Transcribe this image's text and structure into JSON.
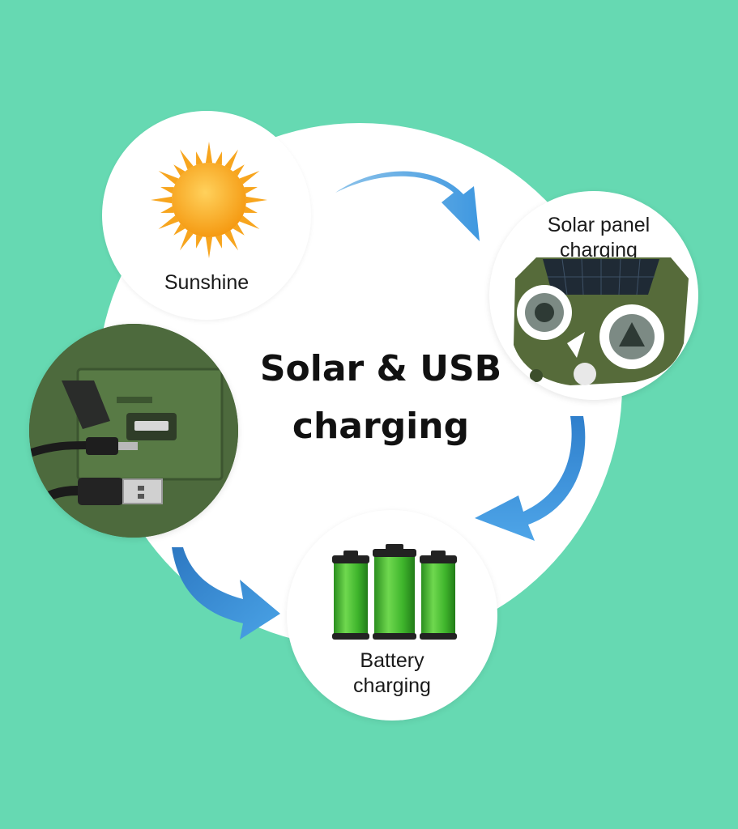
{
  "diagram": {
    "title_line1": "Solar & USB",
    "title_line2": "charging",
    "nodes": {
      "sunshine": {
        "label": "Sunshine",
        "icon": "sun-icon"
      },
      "solar_panel": {
        "label_line1": "Solar panel",
        "label_line2": "charging",
        "icon": "solar-device-icon"
      },
      "battery": {
        "label_line1": "Battery",
        "label_line2": "charging",
        "icon": "battery-icon"
      },
      "usb": {
        "icon": "usb-cable-icon"
      }
    },
    "colors": {
      "background": "#66d9b2",
      "circle": "#ffffff",
      "arrow": "#4a9fe0",
      "battery": "#3fb52c",
      "sun": "#f7a51e",
      "device": "#566b3a"
    }
  }
}
